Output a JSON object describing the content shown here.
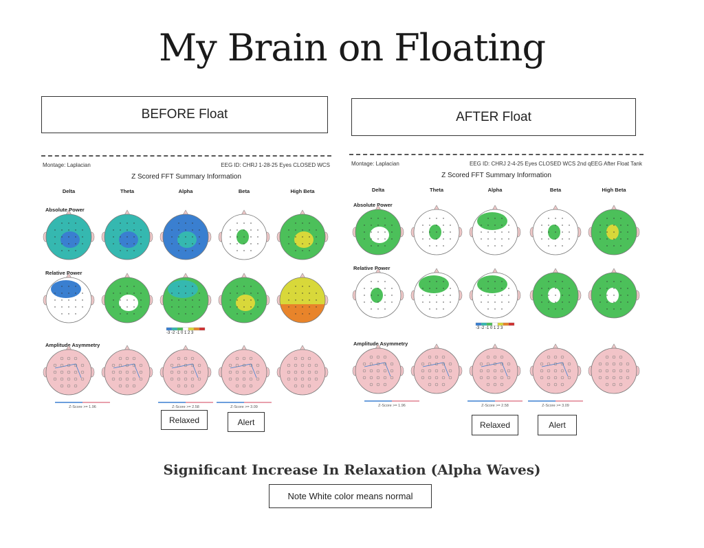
{
  "title": "My Brain on Floating",
  "before": {
    "label": "BEFORE Float",
    "montage": "Montage: Laplacian",
    "eeg_id": "EEG ID: CHRJ 1-28-25 Eyes CLOSED WCS",
    "summary_title": "Z Scored FFT Summary Information",
    "bands": [
      "Delta",
      "Theta",
      "Alpha",
      "Beta",
      "High Beta"
    ],
    "rows": [
      "Absolute Power",
      "Relative Power",
      "Amplitude Asymmetry"
    ],
    "zscores": [
      "Z-Score >= 1.96",
      "Z-Score >= 2.58",
      "Z-Score >= 3.09"
    ],
    "colorbar": "-3 -2 -1 0 1 2 3",
    "relaxed": "Relaxed",
    "alert": "Alert"
  },
  "after": {
    "label": "AFTER Float",
    "montage": "Montage: Laplacian",
    "eeg_id": "EEG ID: CHRJ 2-4-25 Eyes CLOSED WCS 2nd qEEG After Float Tank",
    "summary_title": "Z Scored FFT Summary Information",
    "bands": [
      "Delta",
      "Theta",
      "Alpha",
      "Beta",
      "High Beta"
    ],
    "rows": [
      "Absolute Power",
      "Relative Power",
      "Amplitude Asymmetry"
    ],
    "zscores": [
      "Z-Score >= 1.96",
      "Z-Score >= 2.58",
      "Z-Score >= 3.09"
    ],
    "colorbar": "-3 -2 -1 0 1 2 3",
    "relaxed": "Relaxed",
    "alert": "Alert"
  },
  "conclusion": "Significant Increase In Relaxation (Alpha Waves)",
  "note": "Note White color means normal",
  "colors": {
    "blue": "#3a7fd0",
    "cyan": "#35b8b0",
    "green": "#4cc05a",
    "yellow": "#d8d83a",
    "orange": "#e8842a",
    "pink": "#f2c4c8"
  }
}
